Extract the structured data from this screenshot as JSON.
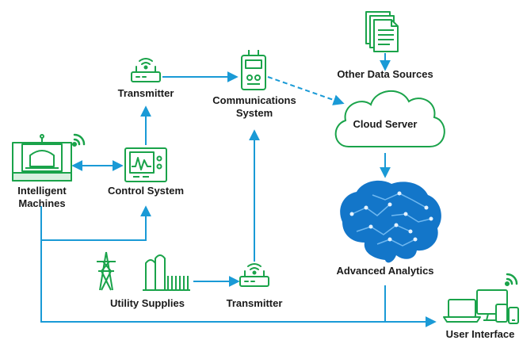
{
  "colors": {
    "accent_green": "#1aa34a",
    "flow_blue": "#1a9ad6",
    "brain_blue": "#1376c9",
    "text": "#1a1a1a"
  },
  "nodes": {
    "transmitter_top": {
      "label": "Transmitter",
      "icon": "wifi-router-icon"
    },
    "communications": {
      "label_line1": "Communications",
      "label_line2": "System",
      "icon": "radio-device-icon"
    },
    "other_sources": {
      "label": "Other Data Sources",
      "icon": "documents-icon"
    },
    "cloud": {
      "label": "Cloud Server",
      "icon": "cloud-icon"
    },
    "machines": {
      "label_line1": "Intelligent",
      "label_line2": "Machines",
      "icon": "machine-icon"
    },
    "control": {
      "label": "Control System",
      "icon": "monitor-icon"
    },
    "analytics": {
      "label": "Advanced Analytics",
      "icon": "brain-icon"
    },
    "utility": {
      "label": "Utility Supplies",
      "icon": "power-tower-icon"
    },
    "transmitter_bottom": {
      "label": "Transmitter",
      "icon": "wifi-router-icon"
    },
    "ui": {
      "label": "User Interface",
      "icon": "devices-icon"
    }
  }
}
